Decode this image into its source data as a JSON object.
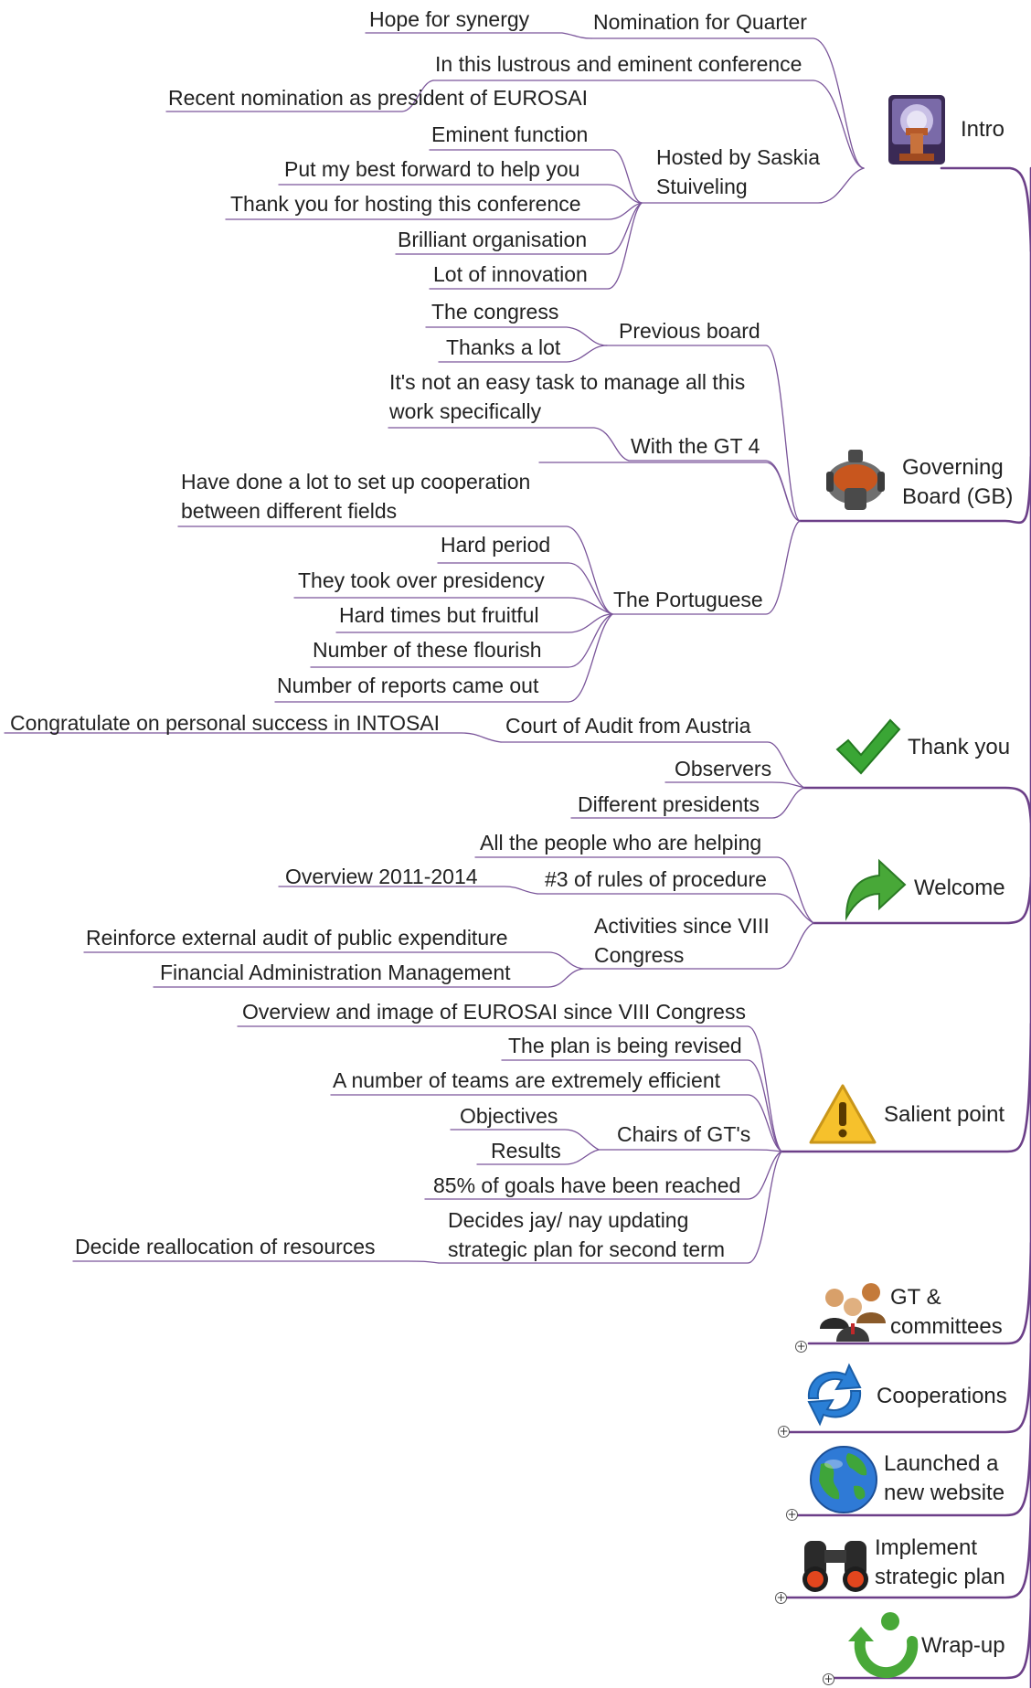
{
  "colors": {
    "connector": "#6c3f88",
    "connector_fine": "#7a559a",
    "text": "#222222"
  },
  "main_topics": {
    "intro": {
      "label": "Intro",
      "icon": "podium-icon"
    },
    "governing_board": {
      "label": "Governing\nBoard (GB)",
      "icon": "boardroom-table-icon"
    },
    "thank_you": {
      "label": "Thank you",
      "icon": "green-checkmark-icon"
    },
    "welcome": {
      "label": "Welcome",
      "icon": "green-arrow-icon"
    },
    "salient_point": {
      "label": "Salient point",
      "icon": "warning-icon"
    },
    "gt_committees": {
      "label": "GT &\ncommittees",
      "icon": "people-group-icon"
    },
    "cooperations": {
      "label": "Cooperations",
      "icon": "refresh-arrows-icon"
    },
    "launched_website": {
      "label": "Launched a\nnew website",
      "icon": "globe-icon"
    },
    "implement_plan": {
      "label": "Implement\nstrategic plan",
      "icon": "binoculars-icon"
    },
    "wrap_up": {
      "label": "Wrap-up",
      "icon": "green-cycle-icon"
    }
  },
  "intro": {
    "nomination_for_quarter": "Nomination for Quarter",
    "hope_for_synergy": "Hope for synergy",
    "lustrous_conference": "In this lustrous and eminent conference",
    "recent_nomination": "Recent nomination as president of EUROSAI",
    "hosted_by": "Hosted by Saskia\nStuiveling",
    "eminent_function": "Eminent function",
    "put_best_forward": "Put my best forward to help you",
    "thank_you_hosting": "Thank you for hosting this conference",
    "brilliant_organisation": "Brilliant organisation",
    "lot_of_innovation": "Lot of innovation"
  },
  "governing_board": {
    "previous_board": "Previous board",
    "the_congress": "The congress",
    "thanks_a_lot": "Thanks a lot",
    "not_easy_task": "It's not an easy task to manage all this\nwork specifically",
    "with_gt4": "With the GT 4",
    "have_done_lot": "Have done a lot to set up cooperation\nbetween different fields",
    "the_portuguese": "The Portuguese",
    "hard_period": "Hard period",
    "took_over": "They took over presidency",
    "hard_times": "Hard times but fruitful",
    "number_flourish": "Number of these flourish",
    "number_reports": "Number of reports came out"
  },
  "thank_you": {
    "court_austria": "Court of Audit from Austria",
    "congratulate": "Congratulate on personal success in INTOSAI",
    "observers": "Observers",
    "different_presidents": "Different presidents"
  },
  "welcome": {
    "all_people": "All the people who are helping",
    "rules_procedure": "#3 of rules of procedure",
    "overview_2011": "Overview 2011-2014",
    "activities_since": "Activities since VIII\nCongress",
    "reinforce_audit": "Reinforce external audit of public expenditure",
    "financial_admin": "Financial Administration Management"
  },
  "salient_point": {
    "overview_image": "Overview and image of EUROSAI since VIII Congress",
    "plan_revised": "The plan is being revised",
    "teams_efficient": "A number of teams are extremely efficient",
    "chairs_of_gts": "Chairs of GT's",
    "objectives": "Objectives",
    "results": "Results",
    "goals_reached": "85% of goals have been reached",
    "decides_updating": "Decides jay/ nay updating\nstrategic plan for second term",
    "reallocation": "Decide reallocation of resources"
  },
  "expander_symbol": "+"
}
